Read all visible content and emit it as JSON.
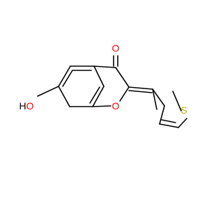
{
  "molecule": {
    "atoms": {
      "ketone_oxygen": {
        "symbol": "O",
        "color": "#ff0000"
      },
      "ring_oxygen": {
        "symbol": "O",
        "color": "#ff0000"
      },
      "hydroxyl": {
        "symbol": "HO",
        "color": "#000000",
        "h_color": "#000000",
        "o_color": "#ff0000"
      },
      "sulfur": {
        "symbol": "S",
        "color": "#b5b500"
      }
    }
  }
}
